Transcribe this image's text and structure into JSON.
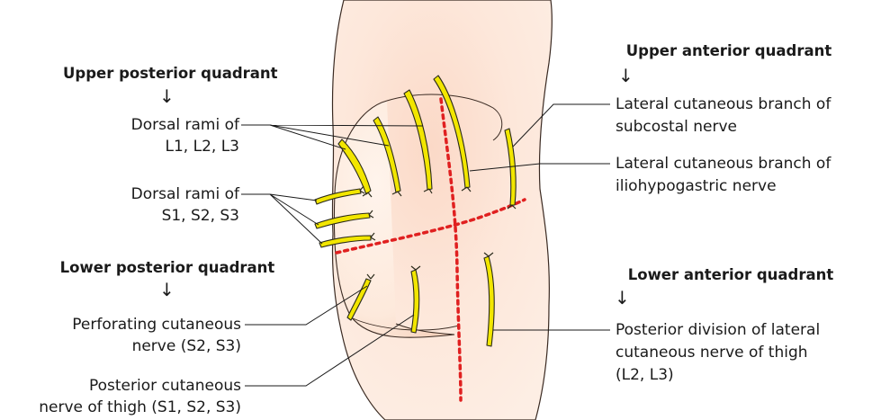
{
  "headings": {
    "upper_posterior": "Upper posterior quadrant",
    "upper_anterior": "Upper anterior quadrant",
    "lower_posterior": "Lower posterior quadrant",
    "lower_anterior": "Lower anterior quadrant"
  },
  "arrow_glyph": "↓",
  "labels": {
    "dorsal_l_1": "Dorsal rami of",
    "dorsal_l_2": "L1, L2, L3",
    "dorsal_s_1": "Dorsal rami of",
    "dorsal_s_2": "S1, S2, S3",
    "perforating_1": "Perforating cutaneous",
    "perforating_2": "nerve (S2, S3)",
    "post_cut_1": "Posterior cutaneous",
    "post_cut_2": "nerve of thigh (S1, S2, S3)",
    "subcostal_1": "Lateral cutaneous branch of",
    "subcostal_2": "subcostal nerve",
    "iliohypo_1": "Lateral cutaneous branch of",
    "iliohypo_2": "iliohypogastric nerve",
    "post_div_1": "Posterior division of lateral",
    "post_div_2": "cutaneous nerve of thigh",
    "post_div_3": "(L2, L3)"
  },
  "colors": {
    "skin": "#fde9d9",
    "skin_outline": "#3a2a22",
    "nerve_fill": "#f2e600",
    "nerve_outline": "#2a2a1a",
    "quadrant_line": "#e02020",
    "leader_line": "#1a1a1a"
  }
}
